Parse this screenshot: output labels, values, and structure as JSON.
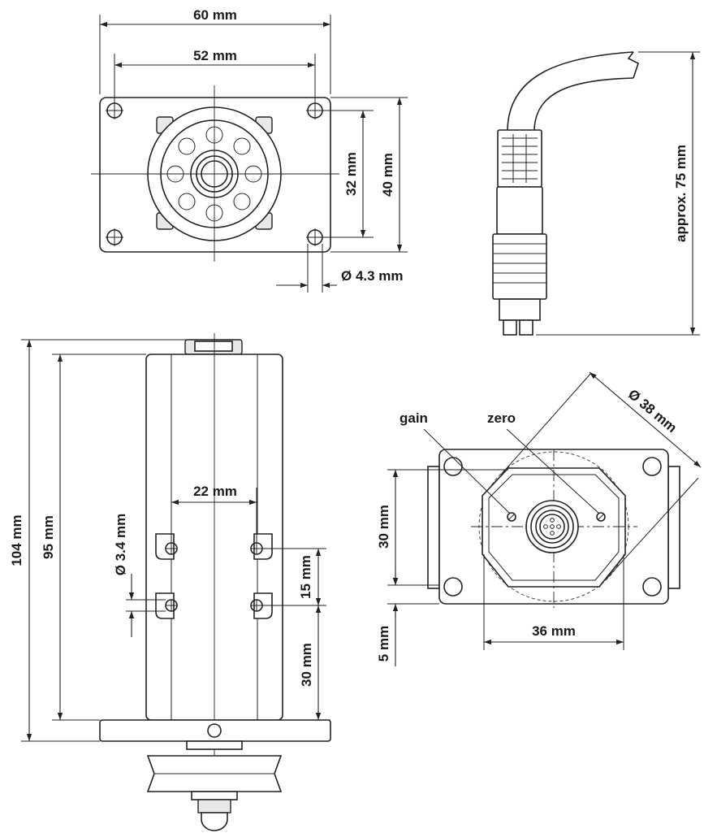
{
  "top_view": {
    "width_outer": "60 mm",
    "width_holes": "52 mm",
    "height_holes": "32 mm",
    "height_outer": "40 mm",
    "hole_diameter": "Ø 4.3 mm"
  },
  "cable_view": {
    "length": "approx. 75 mm"
  },
  "side_view": {
    "total_height": "104 mm",
    "body_height": "95 mm",
    "tab_spacing": "22 mm",
    "tab_hole": "Ø 3.4 mm",
    "tab_pitch": "15 mm",
    "tab_offset": "30 mm"
  },
  "bottom_view": {
    "gain_label": "gain",
    "zero_label": "zero",
    "diameter": "Ø 38 mm",
    "height": "30 mm",
    "offset": "5 mm",
    "width": "36 mm"
  }
}
